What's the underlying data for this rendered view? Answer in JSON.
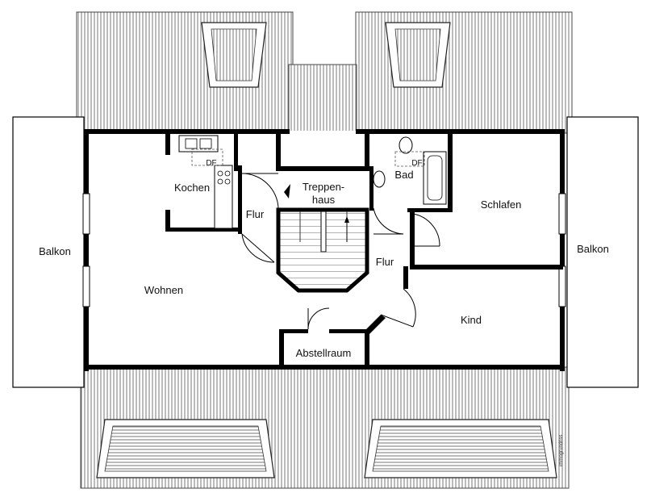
{
  "rooms": {
    "balkon_left": "Balkon",
    "balkon_right": "Balkon",
    "wohnen": "Wohnen",
    "kochen": "Kochen",
    "flur_left": "Flur",
    "treppenhaus_line1": "Treppen-",
    "treppenhaus_line2": "haus",
    "bad": "Bad",
    "schlafen": "Schlafen",
    "flur_right": "Flur",
    "kind": "Kind",
    "abstellraum": "Abstellraum"
  },
  "markers": {
    "df_kitchen": "DF",
    "df_bath": "DF"
  },
  "watermark": "immogrundriss",
  "colors": {
    "wall": "#000000",
    "roof_line": "#555555",
    "background": "#ffffff"
  }
}
